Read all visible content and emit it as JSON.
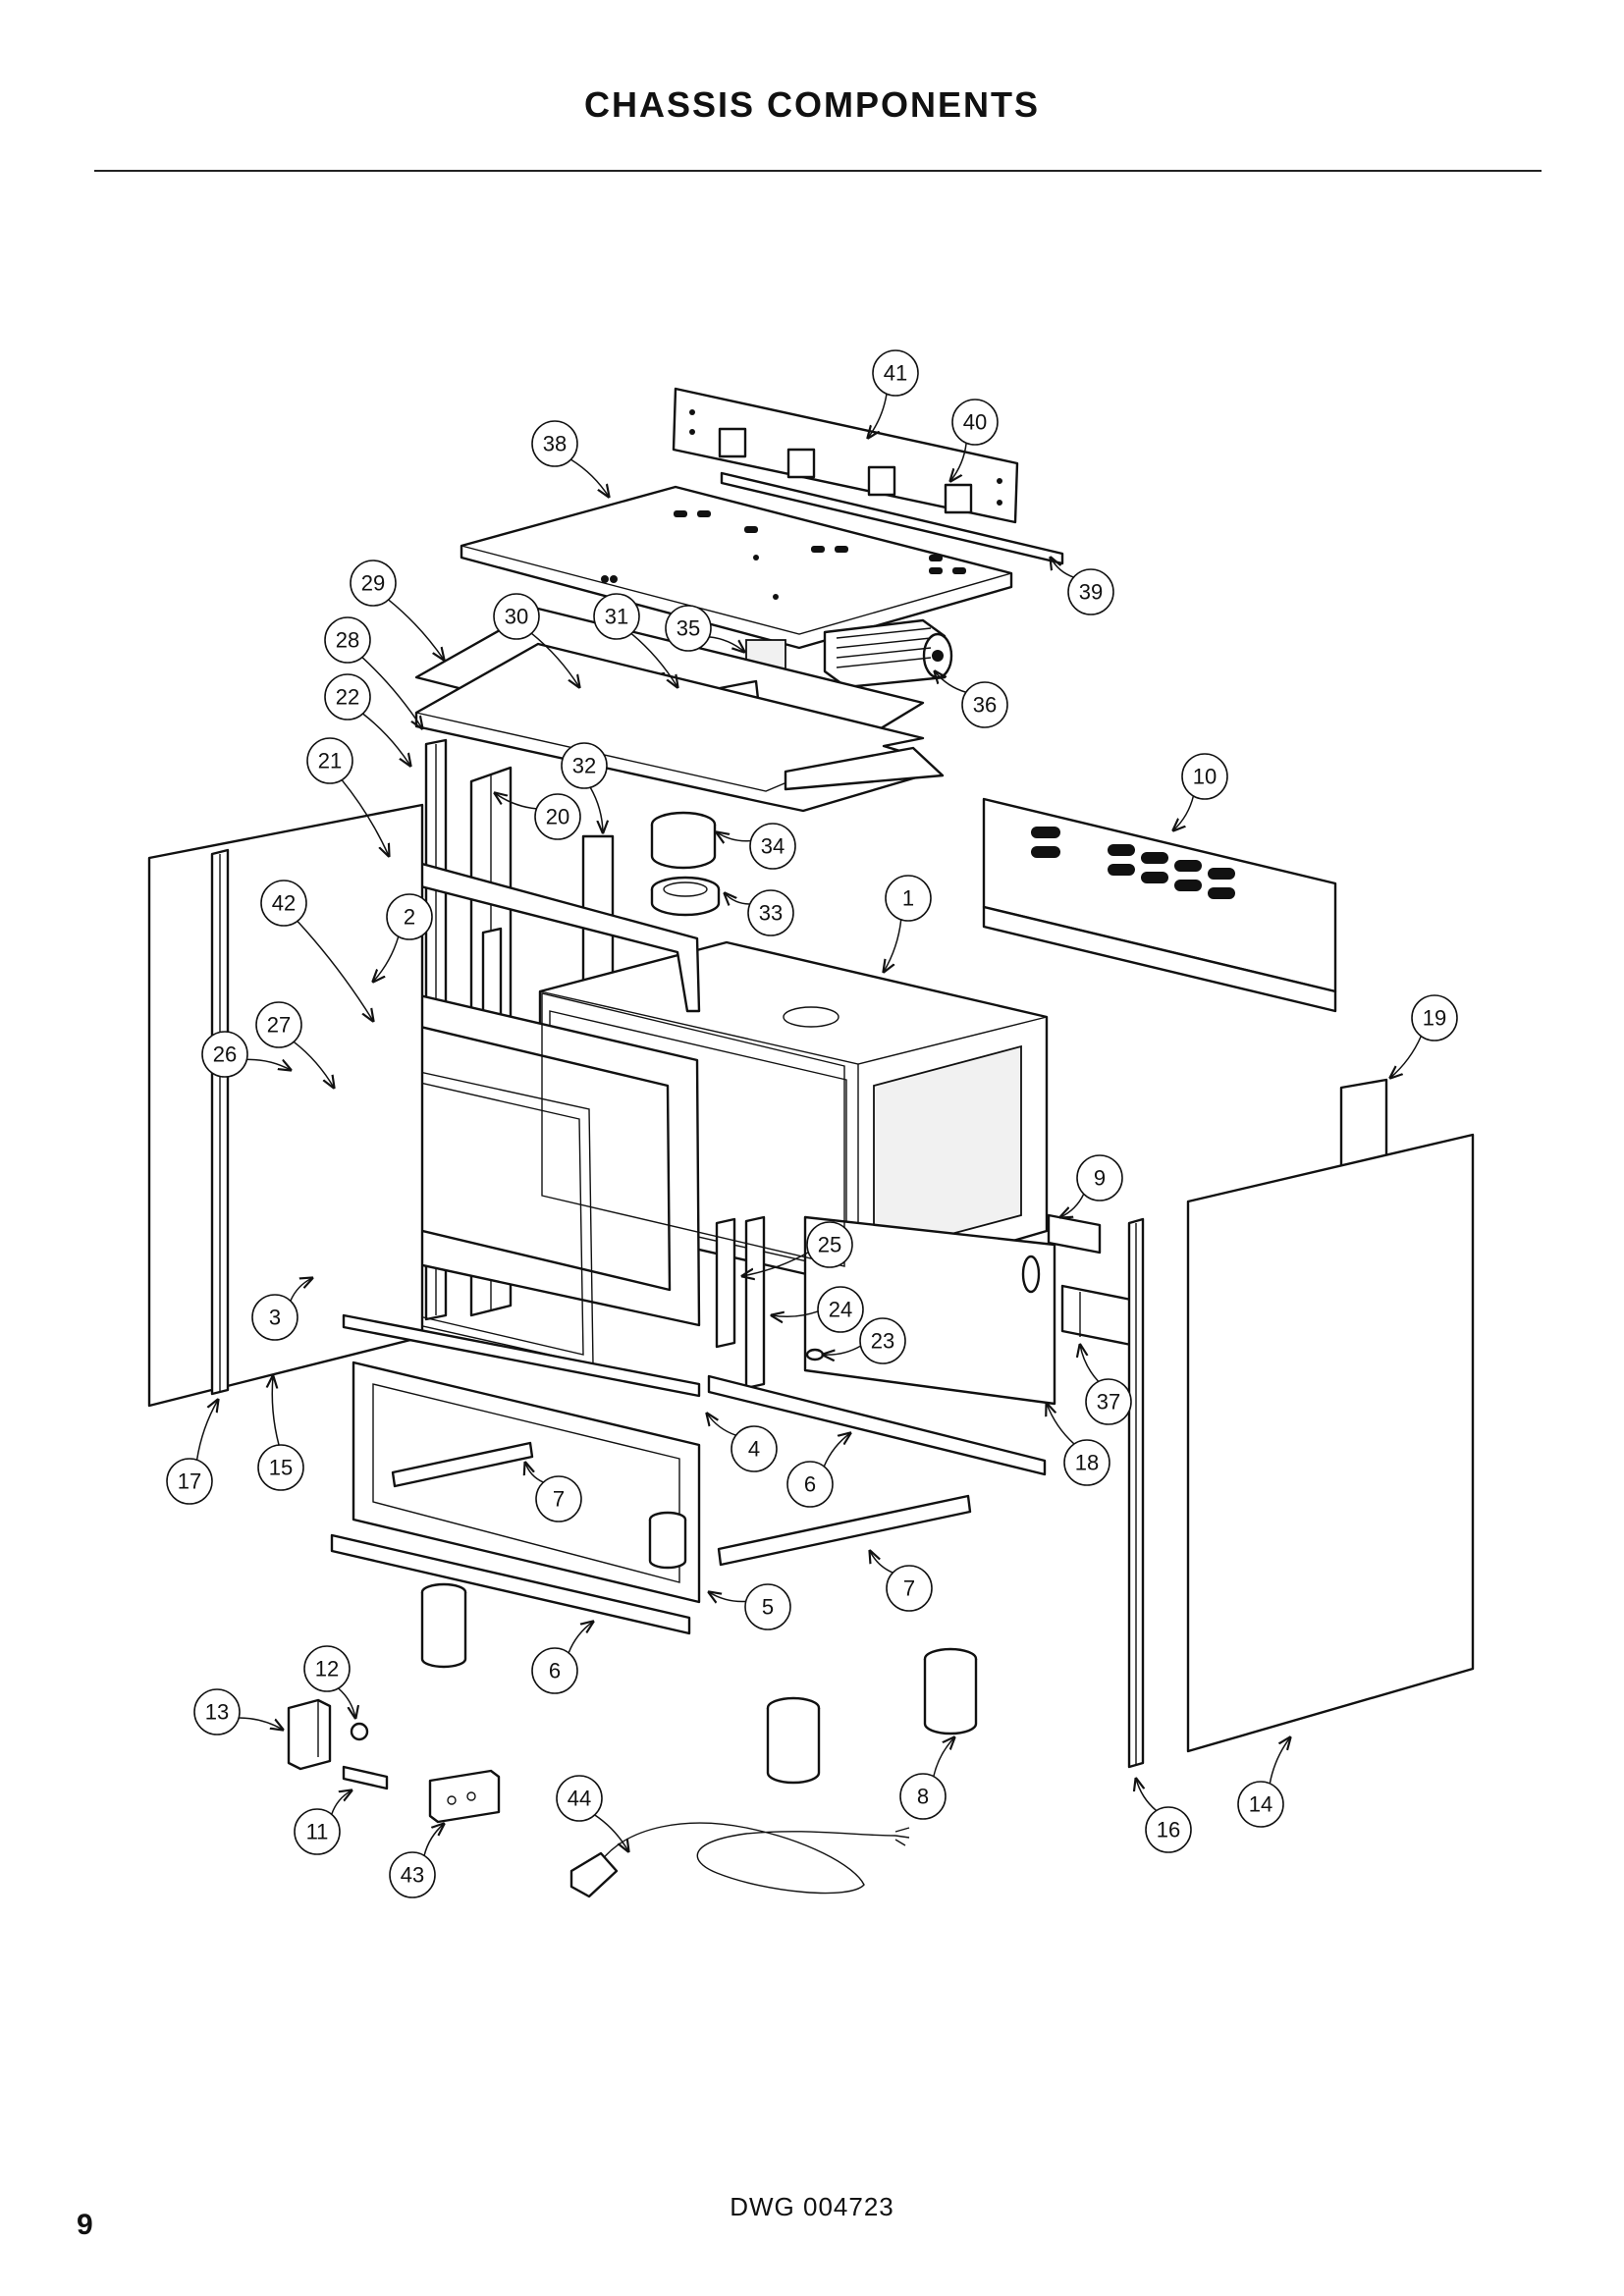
{
  "page": {
    "title": "CHASSIS COMPONENTS",
    "drawing_number": "DWG 004723",
    "page_number": "9"
  },
  "callouts": [
    {
      "label": "1",
      "ref": "oven-cavity"
    },
    {
      "label": "2",
      "ref": "front-frame-upper"
    },
    {
      "label": "3",
      "ref": "front-frame"
    },
    {
      "label": "4",
      "ref": "lower-front-trim"
    },
    {
      "label": "5",
      "ref": "lower-panel"
    },
    {
      "label": "6",
      "ref": "base-rail"
    },
    {
      "label": "6",
      "ref": "base-rail-lower"
    },
    {
      "label": "7",
      "ref": "cross-brace"
    },
    {
      "label": "7",
      "ref": "cross-brace-right"
    },
    {
      "label": "8",
      "ref": "leveling-foot"
    },
    {
      "label": "9",
      "ref": "side-bracket"
    },
    {
      "label": "10",
      "ref": "rear-panel"
    },
    {
      "label": "11",
      "ref": "terminal-plate"
    },
    {
      "label": "12",
      "ref": "clip"
    },
    {
      "label": "13",
      "ref": "terminal-cover"
    },
    {
      "label": "14",
      "ref": "right-side-panel"
    },
    {
      "label": "15",
      "ref": "left-side-panel"
    },
    {
      "label": "16",
      "ref": "right-side-trim"
    },
    {
      "label": "17",
      "ref": "left-side-trim"
    },
    {
      "label": "18",
      "ref": "right-cavity-side"
    },
    {
      "label": "19",
      "ref": "rear-corner-bracket"
    },
    {
      "label": "20",
      "ref": "left-upright"
    },
    {
      "label": "21",
      "ref": "left-channel"
    },
    {
      "label": "22",
      "ref": "upright-bracket"
    },
    {
      "label": "23",
      "ref": "spacer"
    },
    {
      "label": "24",
      "ref": "hinge-receiver"
    },
    {
      "label": "25",
      "ref": "hinge-bracket"
    },
    {
      "label": "26",
      "ref": "hinge-bracket-left"
    },
    {
      "label": "27",
      "ref": "door-seal"
    },
    {
      "label": "28",
      "ref": "top-insulation"
    },
    {
      "label": "29",
      "ref": "top-cover"
    },
    {
      "label": "30",
      "ref": "duct-bracket"
    },
    {
      "label": "31",
      "ref": "duct-plate"
    },
    {
      "label": "32",
      "ref": "duct-support"
    },
    {
      "label": "33",
      "ref": "vent-collar"
    },
    {
      "label": "34",
      "ref": "vent-ring"
    },
    {
      "label": "35",
      "ref": "fan-housing-plate"
    },
    {
      "label": "36",
      "ref": "cooling-fan"
    },
    {
      "label": "37",
      "ref": "side-mount"
    },
    {
      "label": "38",
      "ref": "top-panel"
    },
    {
      "label": "39",
      "ref": "control-mount-rail"
    },
    {
      "label": "40",
      "ref": "relay"
    },
    {
      "label": "41",
      "ref": "control-bracket"
    },
    {
      "label": "42",
      "ref": "front-frame-seal"
    },
    {
      "label": "43",
      "ref": "terminal-block"
    },
    {
      "label": "44",
      "ref": "power-cord"
    }
  ]
}
